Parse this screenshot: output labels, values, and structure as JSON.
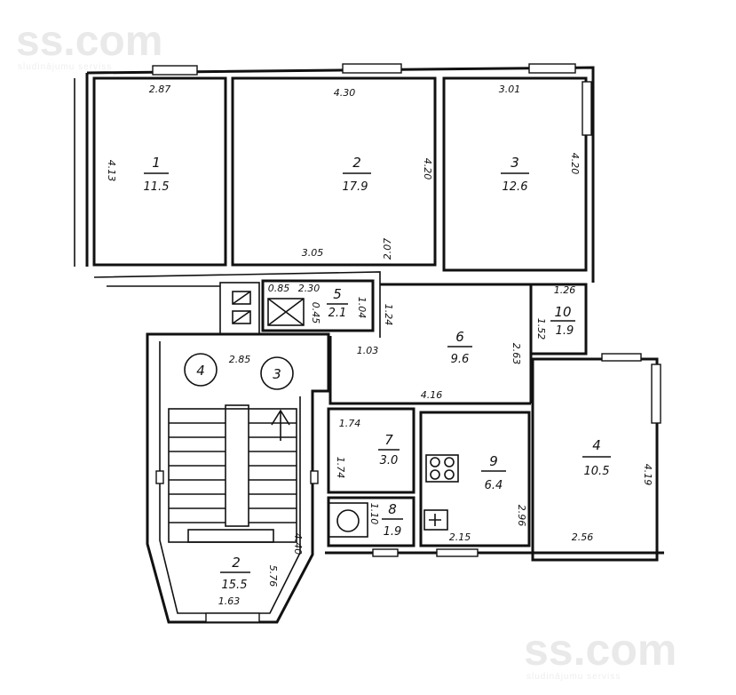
{
  "watermarks": {
    "top_logo": "ss.com",
    "top_sub": "sludinājumu serviss",
    "bottom_logo": "ss.com",
    "bottom_sub": "sludinājumu serviss"
  },
  "rooms": [
    {
      "number": "1",
      "area": "11.5"
    },
    {
      "number": "2",
      "area": "17.9"
    },
    {
      "number": "3",
      "area": "12.6"
    },
    {
      "number": "4",
      "area": "10.5"
    },
    {
      "number": "5",
      "area": "2.1"
    },
    {
      "number": "6",
      "area": "9.6"
    },
    {
      "number": "7",
      "area": "3.0"
    },
    {
      "number": "8",
      "area": "1.9"
    },
    {
      "number": "9",
      "area": "6.4"
    },
    {
      "number": "10",
      "area": "1.9"
    },
    {
      "number": "2",
      "area": "15.5"
    }
  ],
  "stair_marks": [
    "4",
    "3"
  ],
  "dimensions": {
    "d_287": "2.87",
    "d_430": "4.30",
    "d_301": "3.01",
    "d_413": "4.13",
    "d_420a": "4.20",
    "d_420b": "4.20",
    "d_305": "3.05",
    "d_207": "2.07",
    "d_085": "0.85",
    "d_230": "2.30",
    "d_045": "0.45",
    "d_104": "1.04",
    "d_124": "1.24",
    "d_103": "1.03",
    "d_126": "1.26",
    "d_152": "1.52",
    "d_263": "2.63",
    "d_285": "2.85",
    "d_416": "4.16",
    "d_174a": "1.74",
    "d_174b": "1.74",
    "d_110": "1.10",
    "d_296": "2.96",
    "d_215": "2.15",
    "d_419": "4.19",
    "d_256": "2.56",
    "d_440": "4.40",
    "d_576": "5.76",
    "d_163": "1.63"
  }
}
